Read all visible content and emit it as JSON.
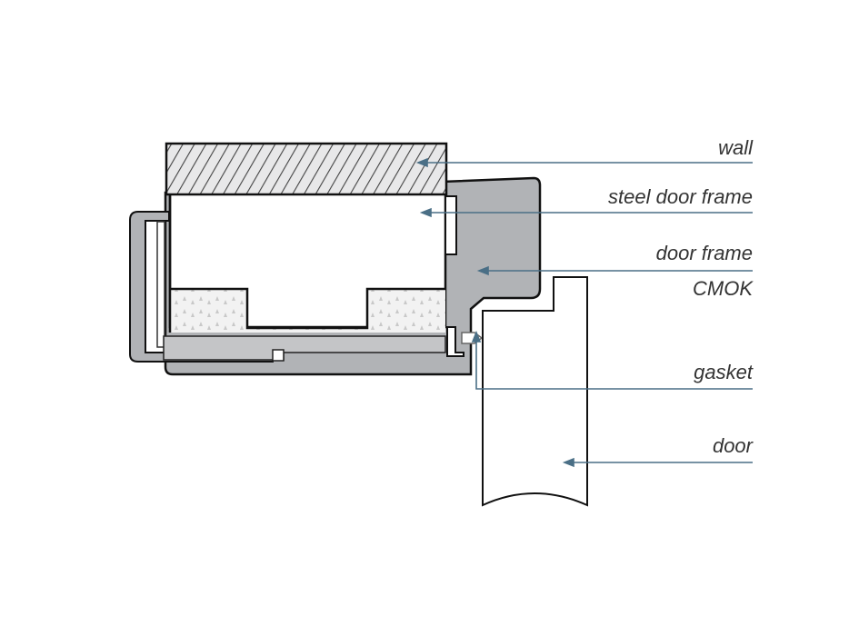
{
  "colors": {
    "background": "#ffffff",
    "outline": "#111111",
    "frame_fill": "#b1b3b6",
    "hatch_fill": "#d9dadb",
    "foam_fill": "#efefef",
    "leader_line": "#4a6f86",
    "label_text": "#333333"
  },
  "labels": {
    "wall": "wall",
    "steel_door_frame": "steel door frame",
    "door_frame": "door frame",
    "brand": "CMOK",
    "gasket": "gasket",
    "door": "door"
  }
}
